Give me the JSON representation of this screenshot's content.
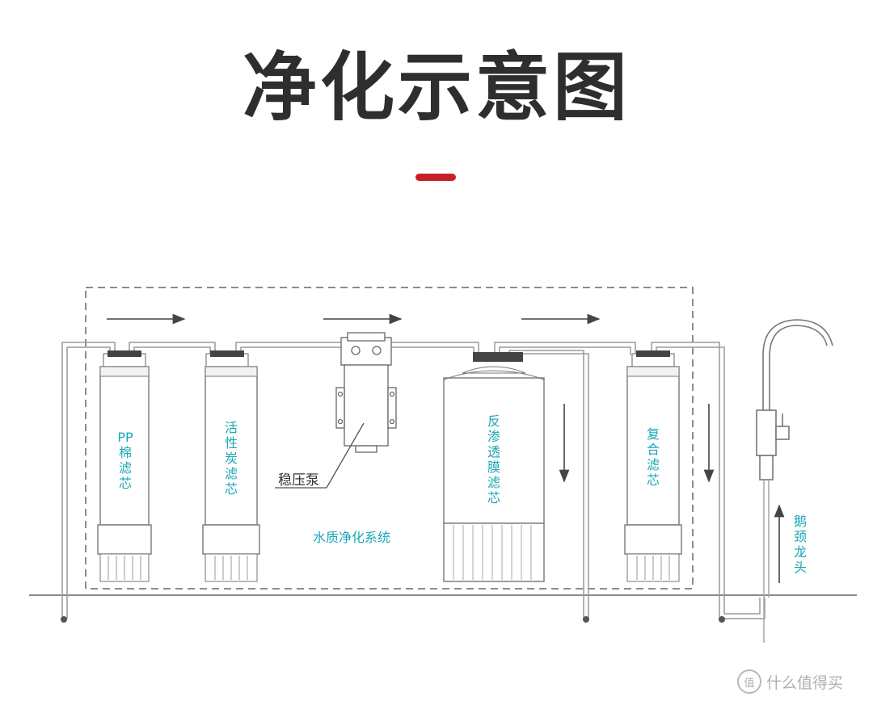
{
  "title": "净化示意图",
  "colors": {
    "accent": "#c8202a",
    "label": "#19a7b5",
    "line": "#8a8a8a"
  },
  "filters": {
    "pp": "PP棉滤芯",
    "carbon": "活性炭滤芯",
    "ro": "反渗透膜滤芯",
    "composite": "复合滤芯"
  },
  "pump_label": "稳压泵",
  "system_label": "水质净化系统",
  "faucet_label": "鹅颈龙头",
  "watermark": {
    "icon": "值",
    "text": "什么值得买"
  }
}
